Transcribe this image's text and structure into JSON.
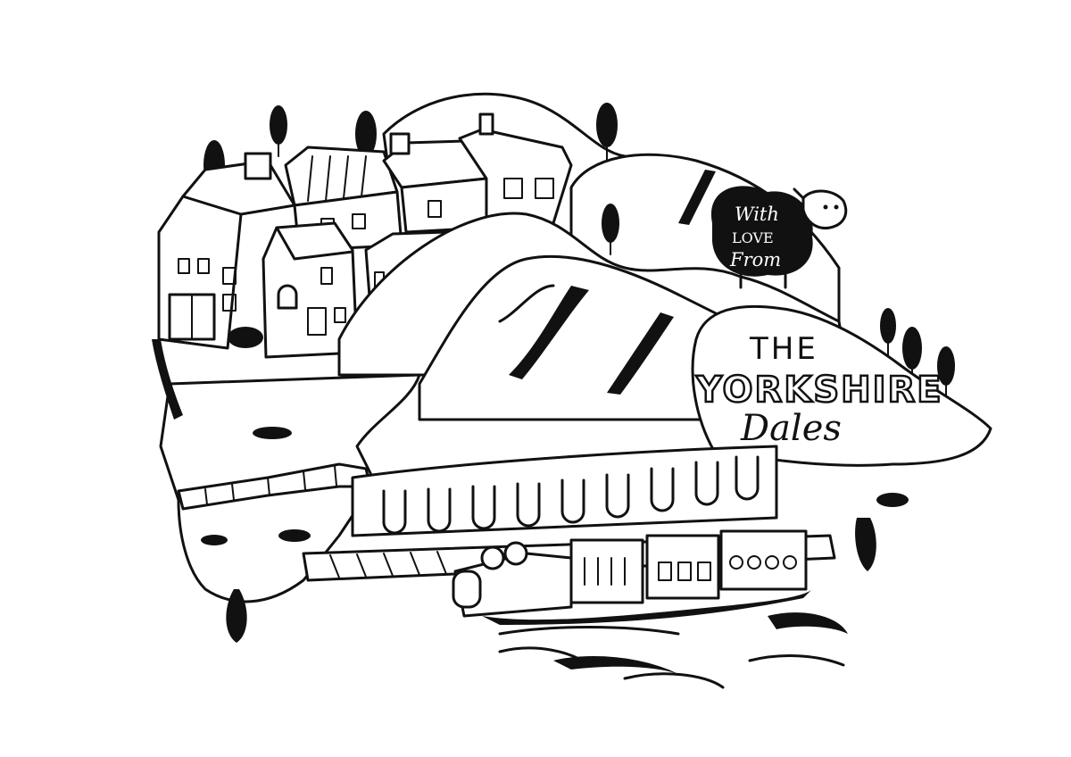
{
  "colors": {
    "ink": "#111111",
    "paper": "#ffffff"
  },
  "illustration": {
    "subject": "hand-drawn ink illustration",
    "sheep_badge": {
      "line1": "With",
      "line2": "LOVE",
      "line3": "From"
    },
    "title": {
      "line1": "THE",
      "line2": "YORKSHIRE",
      "line3": "Dales"
    },
    "icons": [
      "sheep-icon",
      "steam-train-icon",
      "viaduct-icon",
      "house-icon",
      "tree-icon"
    ]
  }
}
